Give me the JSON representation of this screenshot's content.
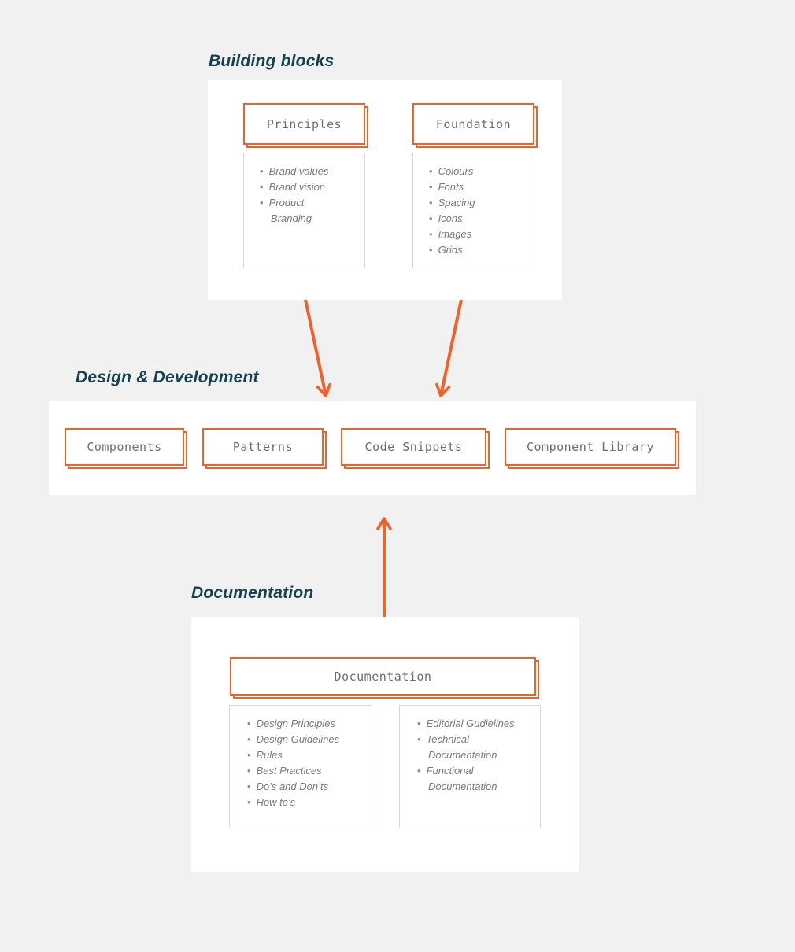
{
  "colors": {
    "accent_orange": "#F06227",
    "title_teal": "#16424F",
    "panel_white": "#FFFFFF",
    "page_background": "#F1F1F2",
    "node_label_gray": "#6E6E6E",
    "list_text_gray": "#7A7A7A",
    "list_border_gray": "#D8D8D8"
  },
  "sections": {
    "building_blocks": {
      "title": "Building blocks",
      "boxes": [
        {
          "label": "Principles",
          "items": [
            "Brand values",
            "Brand vision",
            "Product\nBranding"
          ]
        },
        {
          "label": "Foundation",
          "items": [
            "Colours",
            "Fonts",
            "Spacing",
            "Icons",
            "Images",
            "Grids"
          ]
        }
      ]
    },
    "design_development": {
      "title": "Design & Development",
      "boxes": [
        {
          "label": "Components"
        },
        {
          "label": "Patterns"
        },
        {
          "label": "Code Snippets"
        },
        {
          "label": "Component Library"
        }
      ]
    },
    "documentation": {
      "title": "Documentation",
      "box_label": "Documentation",
      "lists": [
        {
          "items": [
            "Design Principles",
            "Design Guidelines",
            "Rules",
            "Best Practices",
            "Do’s and Don’ts",
            "How to’s"
          ]
        },
        {
          "items": [
            "Editorial Gudielines",
            "Technical\nDocumentation",
            "Functional\nDocumentation"
          ]
        }
      ]
    }
  },
  "connectors": [
    {
      "icon": "down-arrow-icon",
      "from": "building-blocks",
      "to": "design-development"
    },
    {
      "icon": "down-arrow-icon",
      "from": "building-blocks",
      "to": "design-development"
    },
    {
      "icon": "up-arrow-icon",
      "from": "documentation",
      "to": "design-development"
    }
  ]
}
